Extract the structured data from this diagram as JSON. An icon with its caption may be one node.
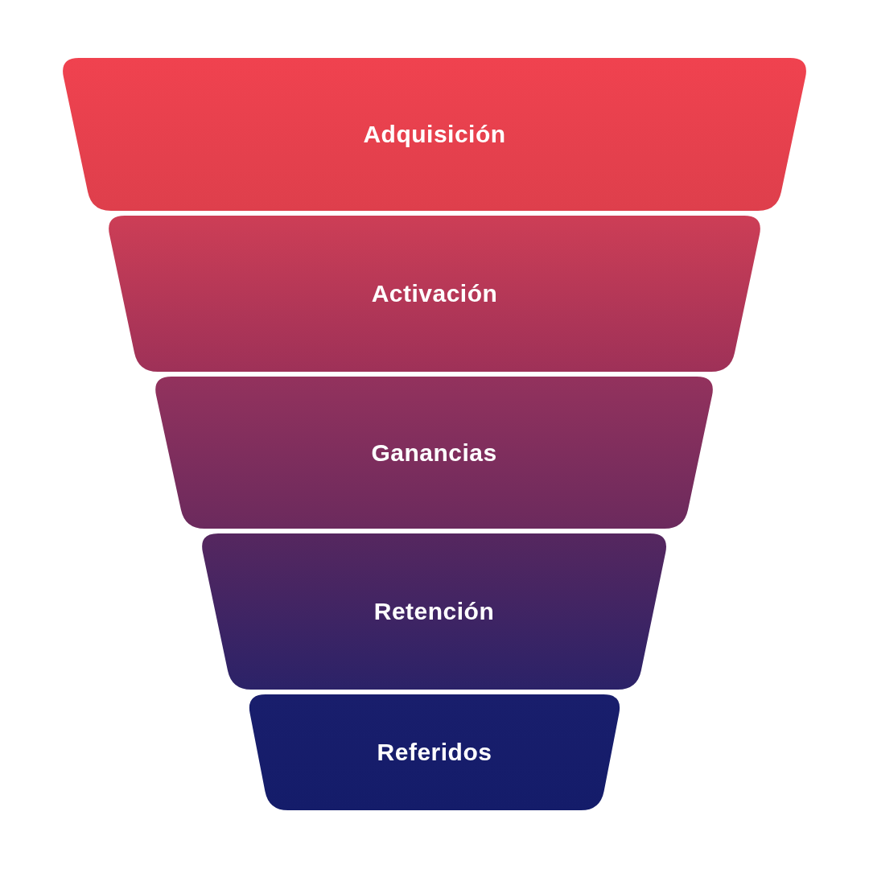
{
  "diagram": {
    "nodes": [
      {
        "text": [
          "Adquisición"
        ]
      },
      {
        "text": [
          "Activación"
        ]
      },
      {
        "text": [
          "Ganancias"
        ]
      },
      {
        "text": [
          "Retención"
        ]
      },
      {
        "text": [
          "Referidos"
        ]
      }
    ]
  }
}
